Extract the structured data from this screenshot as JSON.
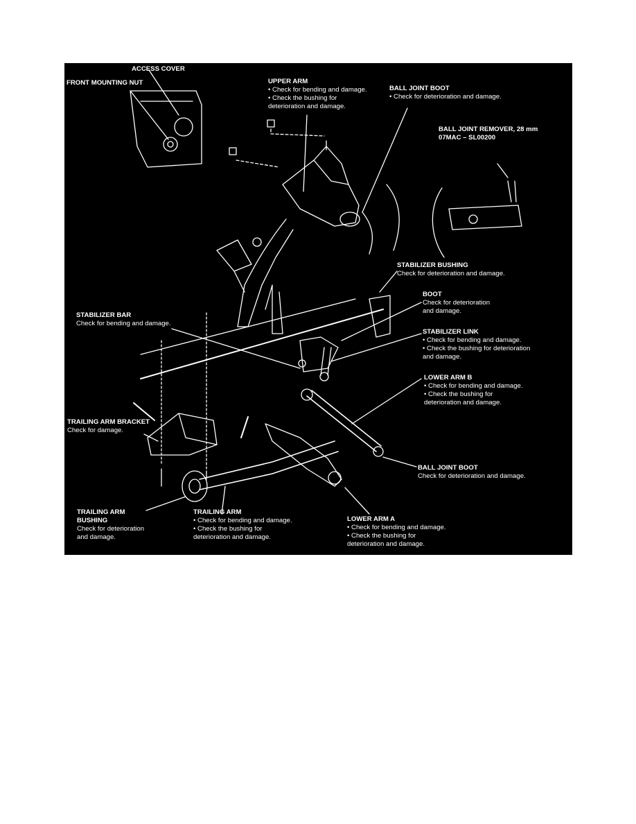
{
  "labels": {
    "access_cover": {
      "title": "ACCESS COVER"
    },
    "front_mounting_nut": {
      "title": "FRONT MOUNTING NUT"
    },
    "upper_arm": {
      "title": "UPPER ARM",
      "lines": [
        "• Check for bending and damage.",
        "• Check the bushing for",
        "  deterioration and damage."
      ]
    },
    "ball_joint_boot_top": {
      "title": "BALL JOINT BOOT",
      "lines": [
        "• Check for deterioration and damage."
      ]
    },
    "ball_joint_remover": {
      "title": "BALL JOINT REMOVER, 28 mm",
      "lines": [
        "07MAC – SL00200"
      ]
    },
    "stabilizer_bushing": {
      "title": "STABILIZER BUSHING",
      "lines": [
        "Check for deterioration and damage."
      ]
    },
    "boot": {
      "title": "BOOT",
      "lines": [
        "Check for deterioration",
        "and damage."
      ]
    },
    "stabilizer_bar": {
      "title": "STABILIZER BAR",
      "lines": [
        "Check for bending and damage."
      ]
    },
    "stabilizer_link": {
      "title": "STABILIZER LINK",
      "lines": [
        "• Check for bending and damage.",
        "• Check the bushing for deterioration",
        "  and damage."
      ]
    },
    "lower_arm_b": {
      "title": "LOWER ARM B",
      "lines": [
        "• Check for bending and damage.",
        "• Check the bushing for",
        "  deterioration and damage."
      ]
    },
    "trailing_arm_bracket": {
      "title": "TRAILING ARM BRACKET",
      "lines": [
        "Check for damage."
      ]
    },
    "ball_joint_boot_bottom": {
      "title": "BALL JOINT BOOT",
      "lines": [
        "Check for deterioration and damage."
      ]
    },
    "trailing_arm_bushing": {
      "title": "TRAILING ARM",
      "title2": "BUSHING",
      "lines": [
        "Check for deterioration",
        "and damage."
      ]
    },
    "trailing_arm": {
      "title": "TRAILING ARM",
      "lines": [
        "• Check for bending and damage.",
        "• Check the bushing for",
        "  deterioration and damage."
      ]
    },
    "lower_arm_a": {
      "title": "LOWER ARM A",
      "lines": [
        "• Check for bending and damage.",
        "• Check the bushing for",
        "  deterioration and damage."
      ]
    }
  }
}
